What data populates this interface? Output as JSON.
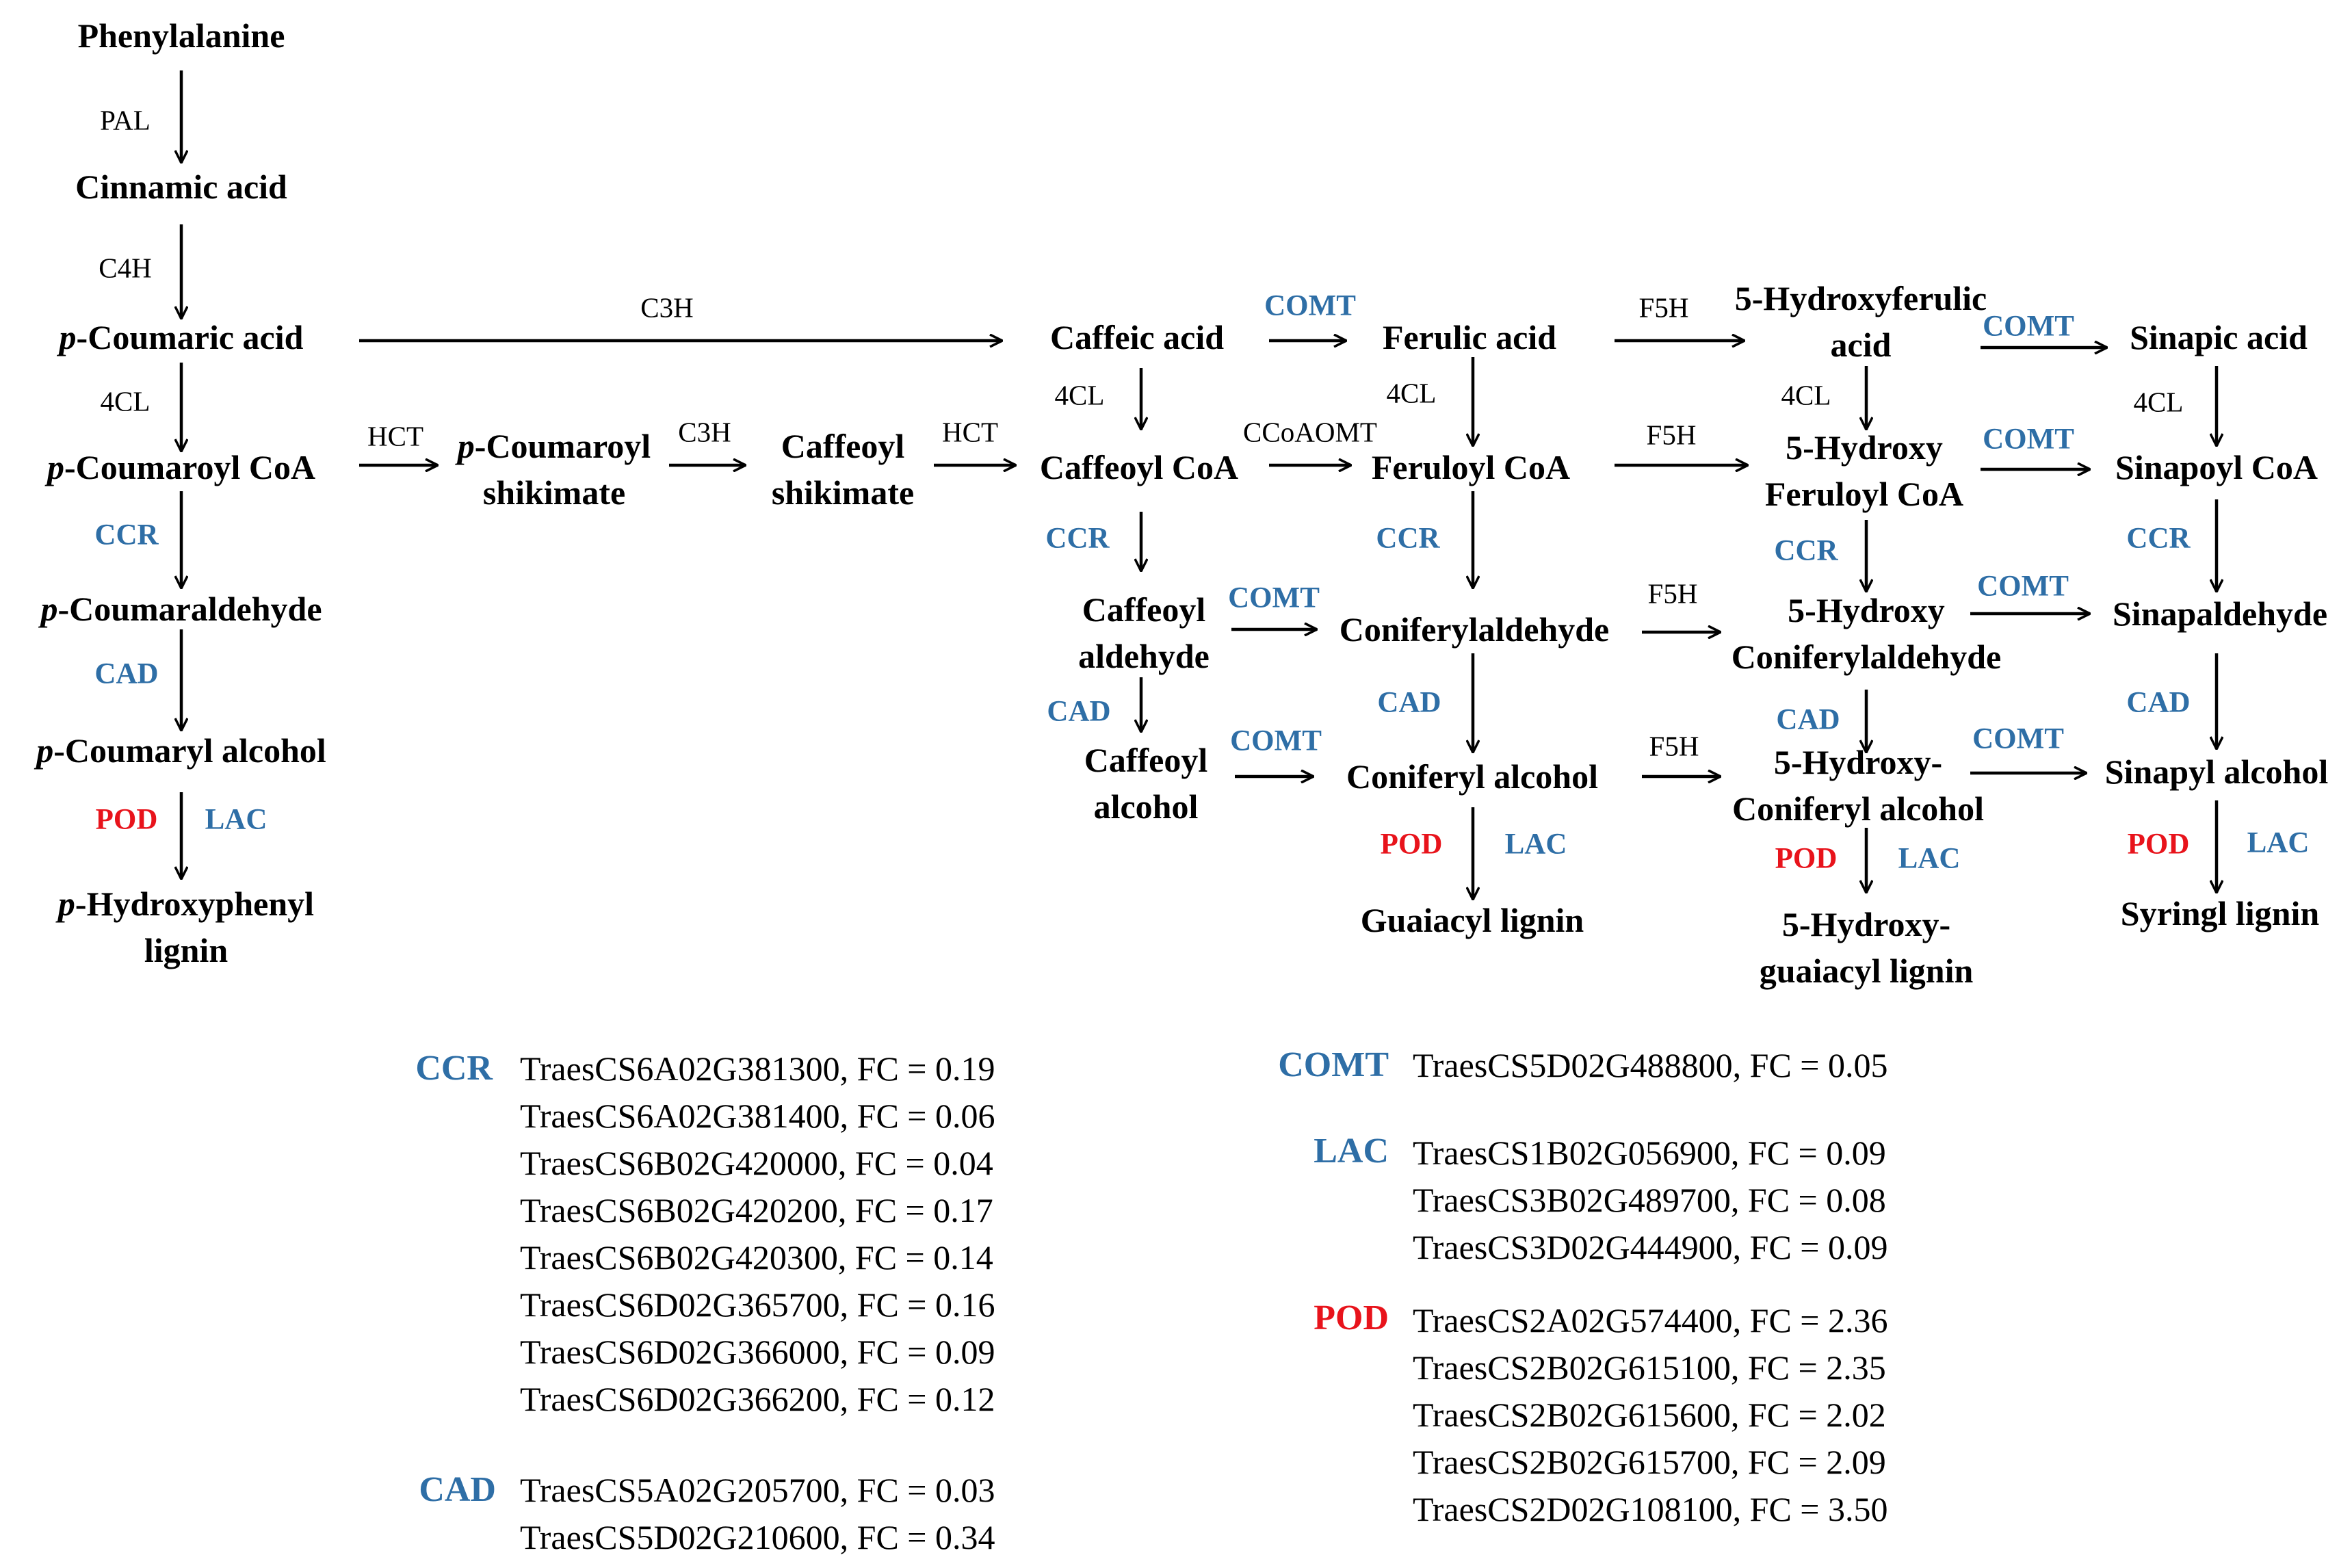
{
  "colors": {
    "blue_enzyme": "#2e6ea6",
    "red_enzyme": "#e8131b",
    "compound": "#000000"
  },
  "compounds": {
    "phenylalanine": "Phenylalanine",
    "cinnamic_acid": "Cinnamic acid",
    "p_coumaric_acid": "-Coumaric acid",
    "p_coumaroyl_coa": "-Coumaroyl CoA",
    "p_coumaraldehyde": "-Coumaraldehyde",
    "p_coumaryl_alcohol": "-Coumaryl alcohol",
    "p_hydroxyphenyl_lignin_1": "-Hydroxyphenyl",
    "p_hydroxyphenyl_lignin_2": "lignin",
    "italic_p": "p",
    "p_coumaroyl_shikimate_1": "-Coumaroyl",
    "p_coumaroyl_shikimate_2": "shikimate",
    "caffeoyl_shikimate_1": "Caffeoyl",
    "caffeoyl_shikimate_2": "shikimate",
    "caffeic_acid": "Caffeic acid",
    "caffeoyl_coa": "Caffeoyl CoA",
    "caffeoyl_aldehyde_1": "Caffeoyl",
    "caffeoyl_aldehyde_2": "aldehyde",
    "caffeoyl_alcohol_1": "Caffeoyl",
    "caffeoyl_alcohol_2": "alcohol",
    "ferulic_acid": "Ferulic acid",
    "feruloyl_coa": "Feruloyl CoA",
    "coniferylaldehyde": "Coniferylaldehyde",
    "coniferyl_alcohol": "Coniferyl alcohol",
    "guaiacyl_lignin": "Guaiacyl lignin",
    "hydroxyferulic_acid_1": "5-Hydroxyferulic",
    "hydroxyferulic_acid_2": "acid",
    "hydroxy_feruloyl_coa_1": "5-Hydroxy",
    "hydroxy_feruloyl_coa_2": "Feruloyl CoA",
    "hydroxy_coniferylaldehyde_1": "5-Hydroxy",
    "hydroxy_coniferylaldehyde_2": "Coniferylaldehyde",
    "hydroxy_coniferyl_alcohol_1": "5-Hydroxy-",
    "hydroxy_coniferyl_alcohol_2": "Coniferyl alcohol",
    "hydroxy_guaiacyl_lignin_1": "5-Hydroxy-",
    "hydroxy_guaiacyl_lignin_2": "guaiacyl lignin",
    "sinapic_acid": "Sinapic acid",
    "sinapoyl_coa": "Sinapoyl CoA",
    "sinapaldehyde": "Sinapaldehyde",
    "sinapyl_alcohol": "Sinapyl alcohol",
    "syringl_lignin": "Syringl lignin"
  },
  "enzymes": {
    "PAL": "PAL",
    "C4H": "C4H",
    "C3H": "C3H",
    "4CL": "4CL",
    "HCT": "HCT",
    "CCoAOMT": "CCoAOMT",
    "F5H": "F5H",
    "CCR": "CCR",
    "CAD": "CAD",
    "POD": "POD",
    "LAC": "LAC",
    "COMT": "COMT"
  },
  "gene_tables": {
    "ccr": {
      "label": "CCR",
      "genes": [
        "TraesCS6A02G381300,  FC = 0.19",
        "TraesCS6A02G381400,  FC = 0.06",
        "TraesCS6B02G420000,  FC = 0.04",
        "TraesCS6B02G420200,  FC = 0.17",
        "TraesCS6B02G420300,  FC = 0.14",
        "TraesCS6D02G365700,  FC = 0.16",
        "TraesCS6D02G366000,  FC = 0.09",
        "TraesCS6D02G366200,  FC = 0.12"
      ]
    },
    "cad": {
      "label": "CAD",
      "genes": [
        "TraesCS5A02G205700, FC = 0.03",
        "TraesCS5D02G210600, FC = 0.34"
      ]
    },
    "comt": {
      "label": "COMT",
      "genes": [
        "TraesCS5D02G488800, FC = 0.05"
      ]
    },
    "lac": {
      "label": "LAC",
      "genes": [
        "TraesCS1B02G056900, FC = 0.09",
        "TraesCS3B02G489700, FC = 0.08",
        "TraesCS3D02G444900, FC = 0.09"
      ]
    },
    "pod": {
      "label": "POD",
      "genes": [
        "TraesCS2A02G574400, FC = 2.36",
        "TraesCS2B02G615100, FC = 2.35",
        "TraesCS2B02G615600, FC = 2.02",
        "TraesCS2B02G615700, FC = 2.09",
        "TraesCS2D02G108100, FC = 3.50"
      ]
    }
  }
}
